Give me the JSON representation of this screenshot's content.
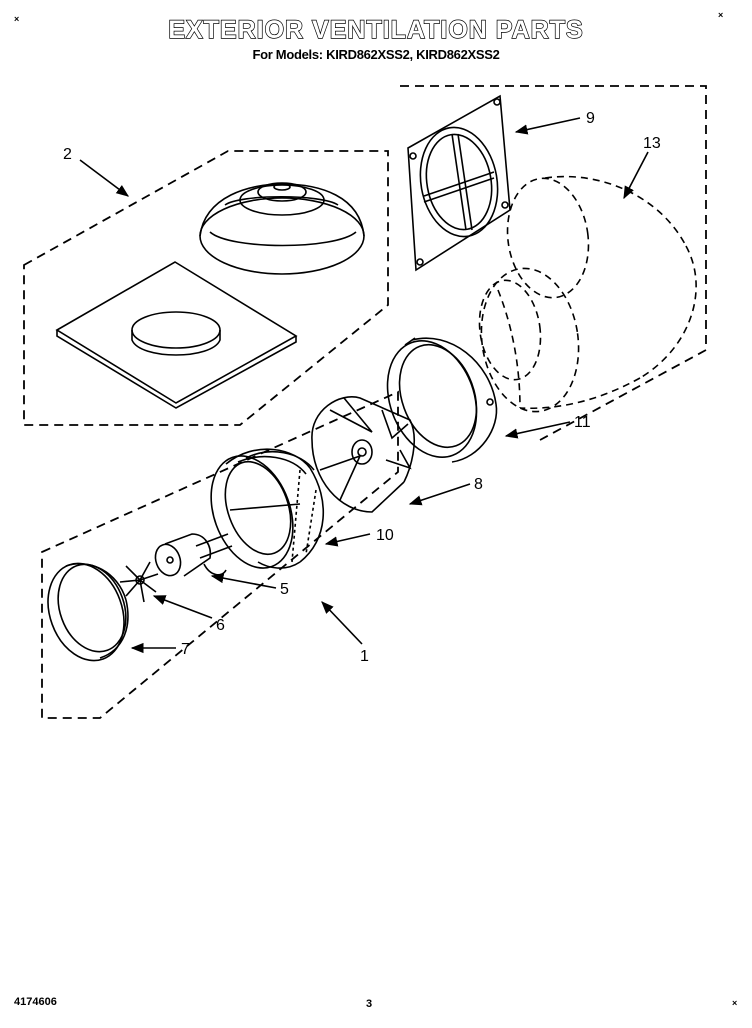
{
  "header": {
    "title": "EXTERIOR VENTILATION PARTS",
    "subtitle": "For Models: KIRD862XSS2, KIRD862XSS2"
  },
  "footer": {
    "document_number": "4174606",
    "page_number": "3"
  },
  "corner_marks": {
    "top_left": "×",
    "top_right": "×",
    "bottom_right": "×"
  },
  "callouts": {
    "c1": "1",
    "c2": "2",
    "c5": "5",
    "c6": "6",
    "c7": "7",
    "c8": "8",
    "c9": "9",
    "c10": "10",
    "c11": "11",
    "c13": "13"
  }
}
